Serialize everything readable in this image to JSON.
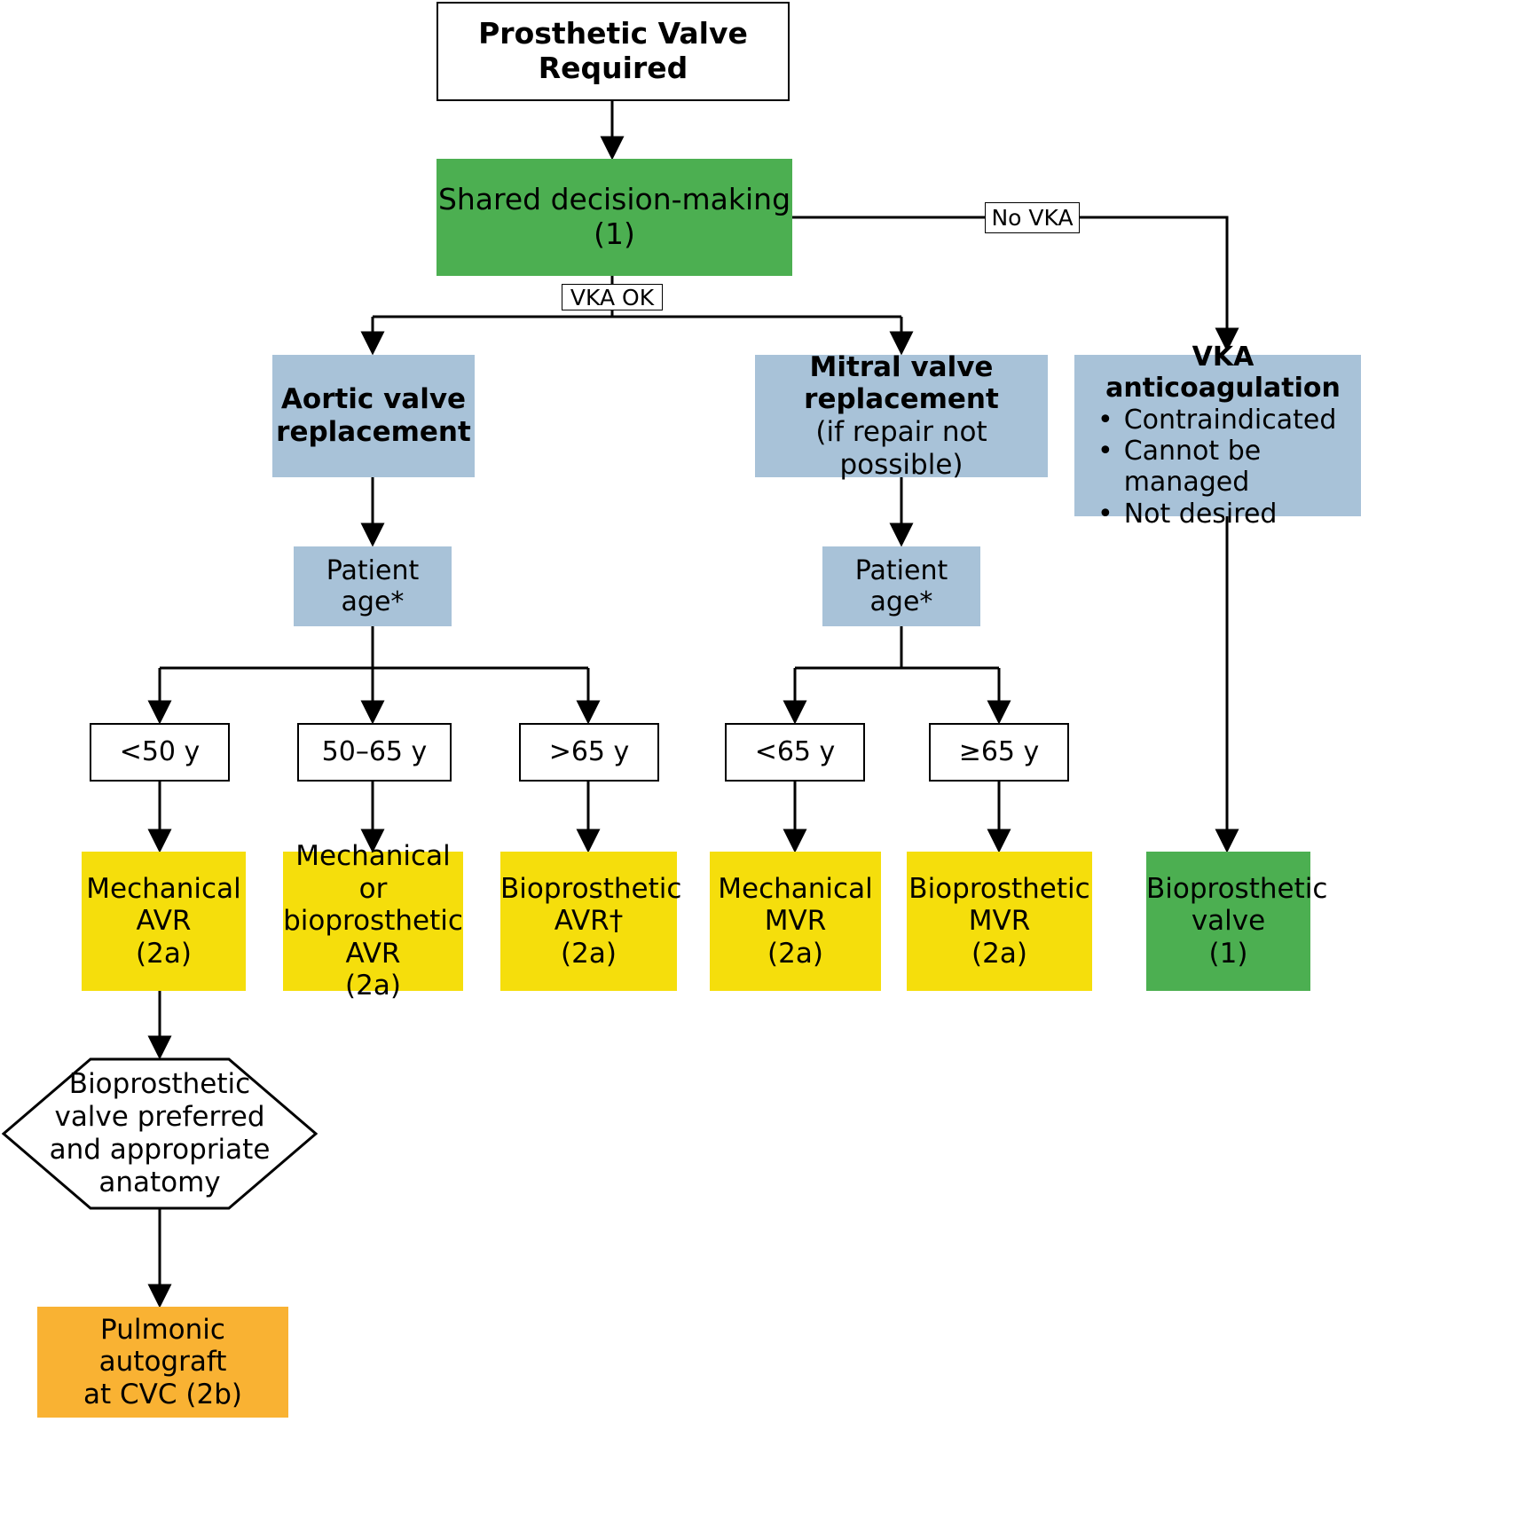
{
  "diagram": {
    "title": "Prosthetic valve selection decision flowchart",
    "colors": {
      "green": "#4CAF51",
      "blue": "#A8C2D8",
      "yellow": "#F5DE0C",
      "orange": "#F9B233",
      "white": "#FFFFFF",
      "line": "#000000"
    },
    "nodes": {
      "root": {
        "line1": "Prosthetic Valve",
        "line2": "Required"
      },
      "shared_decision": {
        "line1": "Shared decision-making (1)"
      },
      "aortic": {
        "line1": "Aortic valve",
        "line2": "replacement"
      },
      "mitral": {
        "line1": "Mitral valve",
        "line2": "replacement",
        "line3": "(if repair not possible)"
      },
      "vka_anticoag": {
        "title": "VKA anticoagulation",
        "bullets": [
          "Contraindicated",
          "Cannot be managed",
          "Not desired"
        ]
      },
      "aortic_age": {
        "line1": "Patient",
        "line2": "age*"
      },
      "mitral_age": {
        "line1": "Patient",
        "line2": "age*"
      },
      "age_lt50": {
        "line1": "<50 y"
      },
      "age_50_65": {
        "line1": "50–65 y"
      },
      "age_gt65": {
        "line1": ">65 y"
      },
      "age_lt65": {
        "line1": "<65 y"
      },
      "age_ge65": {
        "line1": "≥65 y"
      },
      "mech_avr": {
        "line1": "Mechanical",
        "line2": "AVR",
        "line3": "(2a)"
      },
      "mech_or_bio_avr": {
        "line1": "Mechanical or",
        "line2": "bioprosthetic",
        "line3": "AVR",
        "line4": "(2a)"
      },
      "bio_avr": {
        "line1": "Bioprosthetic",
        "line2": "AVR†",
        "line3": "(2a)"
      },
      "mech_mvr": {
        "line1": "Mechanical",
        "line2": "MVR",
        "line3": "(2a)"
      },
      "bio_mvr": {
        "line1": "Bioprosthetic",
        "line2": "MVR",
        "line3": "(2a)"
      },
      "bio_valve": {
        "line1": "Bioprosthetic",
        "line2": "valve",
        "line3": "(1)"
      },
      "hexagon": {
        "line1": "Bioprosthetic",
        "line2": "valve preferred",
        "line3": "and appropriate",
        "line4": "anatomy"
      },
      "pulmonic": {
        "line1": "Pulmonic autograft",
        "line2": "at CVC (2b)"
      }
    },
    "edge_labels": {
      "no_vka": "No VKA",
      "vka_ok": "VKA OK"
    }
  }
}
